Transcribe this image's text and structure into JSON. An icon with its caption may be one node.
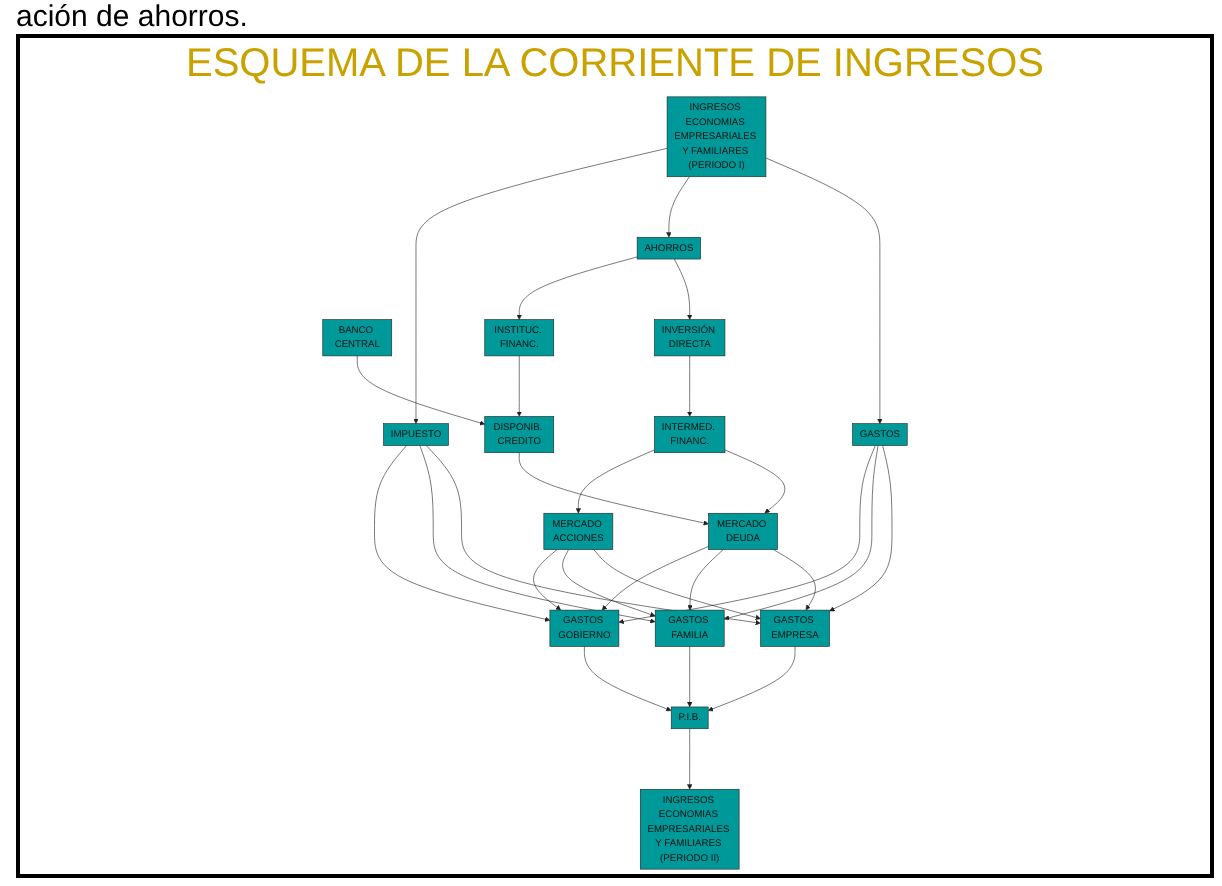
{
  "diagram": {
    "title": "ESQUEMA DE LA CORRIENTE DE INGRESOS",
    "nodes": [
      {
        "text": [
          "INGRESOS ECONOMIAS EMPRESARIALES Y FAMILIARES (PERIODO I)"
        ]
      },
      {
        "text": [
          "IMPUESTO"
        ]
      },
      {
        "text": [
          "AHORROS"
        ]
      },
      {
        "text": [
          "GASTOS"
        ]
      },
      {
        "text": [
          "BANCO CENTRAL"
        ]
      },
      {
        "text": [
          "INSTITUC. FINANC."
        ]
      },
      {
        "text": [
          "INVERSIÓN DIRECTA"
        ]
      },
      {
        "text": [
          "DISPONIB. CREDITO"
        ]
      },
      {
        "text": [
          "INTERMED. FINANC."
        ]
      },
      {
        "text": [
          "MERCADO ACCIONES"
        ]
      },
      {
        "text": [
          "MERCADO DEUDA"
        ]
      },
      {
        "text": [
          "GASTOS GOBIERNO"
        ]
      },
      {
        "text": [
          "GASTOS FAMILIA"
        ]
      },
      {
        "text": [
          "GASTOS EMPRESA"
        ]
      },
      {
        "text": [
          "P.I.B."
        ]
      },
      {
        "text": [
          "INGRESOS ECONOMIAS EMPRESARIALES Y FAMILIARES (PERIODO II)"
        ]
      }
    ],
    "edges": [
      {
        "from": 0,
        "to": 1,
        "arrow": "to"
      },
      {
        "from": 0,
        "to": 2,
        "arrow": "to"
      },
      {
        "from": 0,
        "to": 3,
        "arrow": "to"
      },
      {
        "from": 2,
        "to": 5,
        "arrow": "to"
      },
      {
        "from": 2,
        "to": 6,
        "arrow": "to"
      },
      {
        "from": 4,
        "to": 7,
        "arrow": "to"
      },
      {
        "from": 5,
        "to": 7,
        "arrow": "to"
      },
      {
        "from": 6,
        "to": 8,
        "arrow": "to"
      },
      {
        "from": 8,
        "to": 9,
        "arrow": "to"
      },
      {
        "from": 8,
        "to": 10,
        "arrow": "to"
      },
      {
        "from": 7,
        "to": 10,
        "arrow": "to"
      },
      {
        "from": 1,
        "to": 11,
        "arrow": "to"
      },
      {
        "from": 1,
        "to": 12,
        "arrow": "to"
      },
      {
        "from": 1,
        "to": 13,
        "arrow": "to"
      },
      {
        "from": 10,
        "to": 11,
        "arrow": "to"
      },
      {
        "from": 10,
        "to": 12,
        "arrow": "to"
      },
      {
        "from": 10,
        "to": 13,
        "arrow": "to"
      },
      {
        "from": 9,
        "to": 11,
        "arrow": "to"
      },
      {
        "from": 9,
        "to": 12,
        "arrow": "to"
      },
      {
        "from": 9,
        "to": 13,
        "arrow": "to"
      },
      {
        "from": 3,
        "to": 11,
        "arrow": "to"
      },
      {
        "from": 3,
        "to": 12,
        "arrow": "to"
      },
      {
        "from": 3,
        "to": 13,
        "arrow": "to"
      },
      {
        "from": 11,
        "to": 14,
        "arrow": "to"
      },
      {
        "from": 12,
        "to": 14,
        "arrow": "to"
      },
      {
        "from": 13,
        "to": 14,
        "arrow": "to"
      },
      {
        "from": 14,
        "to": 15,
        "arrow": "to"
      }
    ],
    "labels": [
      "ación de ahorros."
    ]
  }
}
